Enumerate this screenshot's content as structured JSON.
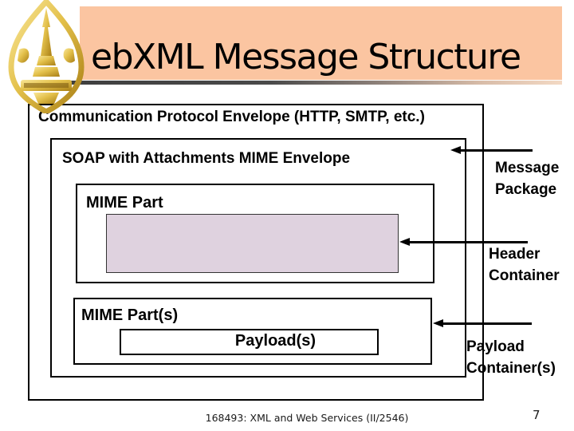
{
  "colors": {
    "title_bar": "#FBC5A1",
    "header_fill": "#DFD2DF"
  },
  "title": {
    "text": "ebXML Message Structure"
  },
  "logo": {
    "icon": "gold-university-emblem"
  },
  "diagram": {
    "comm_envelope": "Communication Protocol Envelope (HTTP, SMTP, etc.)",
    "soap_envelope": "SOAP with Attachments MIME Envelope",
    "mime_part": "MIME Part",
    "mime_parts": "MIME Part(s)",
    "payloads": "Payload(s)",
    "annotations": {
      "message_package": "Message Package",
      "header_container": "Header Container",
      "payload_container": "Payload Container(s)"
    }
  },
  "footer": {
    "course": "168493: XML and Web Services (II/2546)",
    "page": "7"
  }
}
